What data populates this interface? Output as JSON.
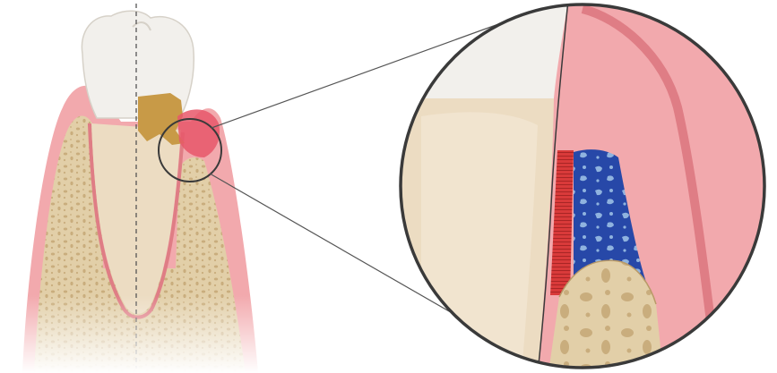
{
  "figure": {
    "panels": [
      {
        "id": "overview",
        "subject": "tooth-in-jaw-cross-section",
        "split_by": "dashed-midline"
      },
      {
        "id": "magnified-inset",
        "subject": "gum-margin-close-up"
      }
    ],
    "structures": [
      "enamel-crown",
      "dentin-root",
      "calculus-deposit",
      "inflamed-gingiva",
      "alveolar-bone",
      "inflammatory-infiltrate",
      "pocket-lining"
    ]
  },
  "colors": {
    "background": "#ffffff",
    "enamel": "#f2f0ec",
    "dentin": "#ecdcc2",
    "gum": "#f2a9ad",
    "gum_edge": "#df7d85",
    "inflamed": "#e8576a",
    "bone": "#e2cfa8",
    "bone_pore": "#c9ad7d",
    "calculus": "#c89a47",
    "infiltrate": "#2748a8",
    "infiltrate_light": "#8fb3df",
    "pocket_lining": "#d93a3a",
    "outline": "#3a3a3a"
  }
}
